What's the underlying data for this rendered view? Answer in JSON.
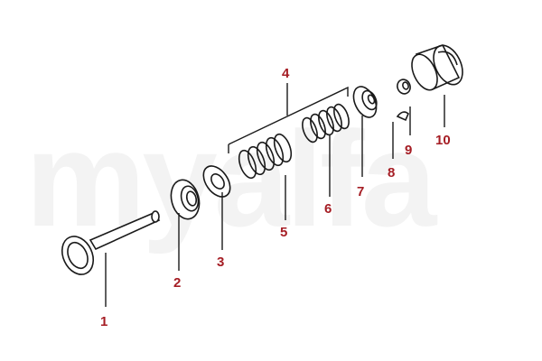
{
  "watermark": "myalfa",
  "callouts": [
    {
      "id": "1",
      "label": "1"
    },
    {
      "id": "2",
      "label": "2"
    },
    {
      "id": "3",
      "label": "3"
    },
    {
      "id": "4",
      "label": "4"
    },
    {
      "id": "5",
      "label": "5"
    },
    {
      "id": "6",
      "label": "6"
    },
    {
      "id": "7",
      "label": "7"
    },
    {
      "id": "8",
      "label": "8"
    },
    {
      "id": "9",
      "label": "9"
    },
    {
      "id": "10",
      "label": "10"
    }
  ],
  "colors": {
    "callout": "#a51d24",
    "ink": "#1a1a1a",
    "watermark": "#f3f3f3"
  }
}
